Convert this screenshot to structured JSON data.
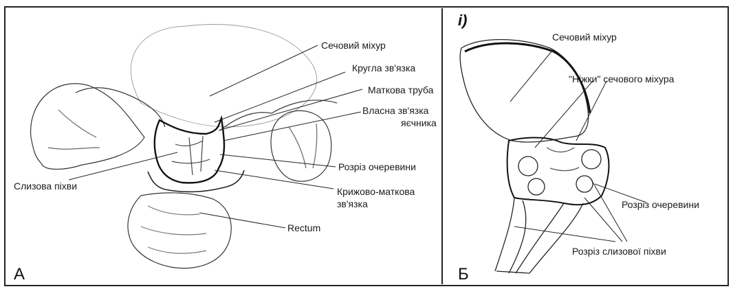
{
  "panel_a": {
    "letter": "А",
    "labels": {
      "bladder": "Сечовий міхур",
      "round_ligament": "Кругла зв'язка",
      "uterine_tube": "Маткова труба",
      "ovarian_ligament_1": "Власна зв'язка",
      "ovarian_ligament_2": "яєчника",
      "peritoneum_incision": "Розріз очеревини",
      "sacrouterine_1": "Крижово-маткова",
      "sacrouterine_2": "зв'язка",
      "rectum": "Rectum",
      "vaginal_mucosa": "Слизова піхви"
    }
  },
  "panel_b": {
    "letter": "Б",
    "corner_mark": "i)",
    "labels": {
      "bladder": "Сечовий міхур",
      "bladder_pillars": "\"Ніжки\" сечового міхура",
      "peritoneum_incision": "Розріз очеревини",
      "vaginal_mucosa_incision": "Розріз слизової піхви"
    }
  }
}
